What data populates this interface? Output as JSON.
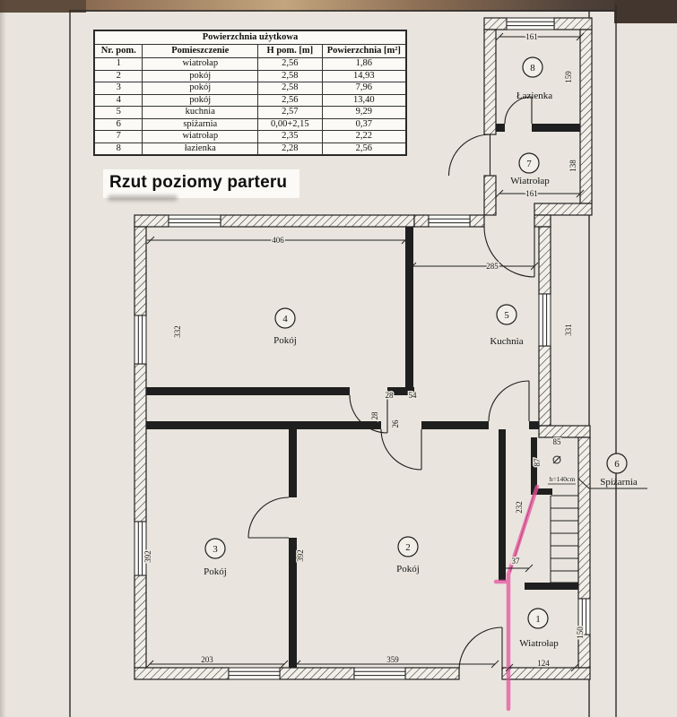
{
  "table": {
    "title": "Powierzchnia użytkowa",
    "headers": [
      "Nr. pom.",
      "Pomieszczenie",
      "H pom. [m]",
      "Powierzchnia [m²]"
    ],
    "rows": [
      {
        "nr": "1",
        "name": "wiatrołap",
        "h": "2,56",
        "area": "1,86"
      },
      {
        "nr": "2",
        "name": "pokój",
        "h": "2,58",
        "area": "14,93"
      },
      {
        "nr": "3",
        "name": "pokój",
        "h": "2,58",
        "area": "7,96"
      },
      {
        "nr": "4",
        "name": "pokój",
        "h": "2,56",
        "area": "13,40"
      },
      {
        "nr": "5",
        "name": "kuchnia",
        "h": "2,57",
        "area": "9,29"
      },
      {
        "nr": "6",
        "name": "spiżarnia",
        "h": "0,00+2,15",
        "area": "0,37"
      },
      {
        "nr": "7",
        "name": "wiatrołap",
        "h": "2,35",
        "area": "2,22"
      },
      {
        "nr": "8",
        "name": "łazienka",
        "h": "2,28",
        "area": "2,56"
      }
    ]
  },
  "drawing_title": "Rzut poziomy parteru",
  "rooms": {
    "r1": {
      "number": "1",
      "label": "Wiatrołap"
    },
    "r2": {
      "number": "2",
      "label": "Pokój"
    },
    "r3": {
      "number": "3",
      "label": "Pokój"
    },
    "r4": {
      "number": "4",
      "label": "Pokój"
    },
    "r5": {
      "number": "5",
      "label": "Kuchnia"
    },
    "r6": {
      "number": "6",
      "label": "Spiżarnia"
    },
    "r7": {
      "number": "7",
      "label": "Wiatrołap"
    },
    "r8": {
      "number": "8",
      "label": "Łazienka"
    }
  },
  "dims": {
    "annex_top": "161",
    "r8_right": "159",
    "r7_right": "138",
    "annex_bottom": "161",
    "room4_top": "406",
    "kitchen_top": "285",
    "room4_left": "332",
    "kitchen_right": "331",
    "hall_w1": "28",
    "hall_w2": "54",
    "hall_h1": "28",
    "hall_h2": "26",
    "pantry_top": "85",
    "pantry_left": "87",
    "room2_right": "232",
    "step": "37",
    "room3_left": "392",
    "room3_mid": "392",
    "room3_bottom": "203",
    "room2_bottom": "359",
    "room1_bottom": "124",
    "room1_right": "150"
  },
  "annotations": {
    "pantry_height": "h=140cm"
  },
  "colors": {
    "highlight": "#e8519e",
    "wall": "#1f1f1f"
  }
}
